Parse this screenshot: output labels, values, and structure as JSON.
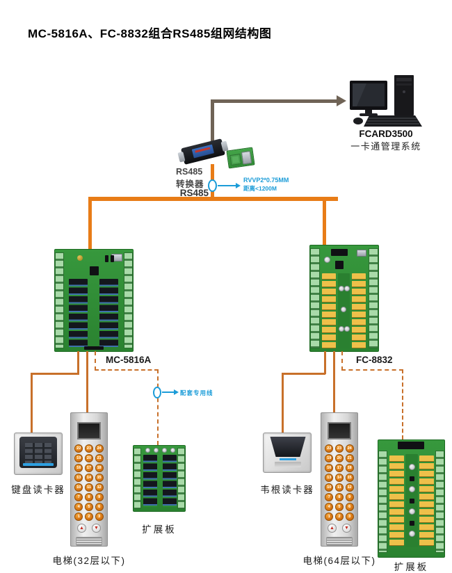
{
  "title": "MC-5816A、FC-8832组合RS485组网结构图",
  "computer": {
    "name": "FCARD3500",
    "system": "一卡通管理系统"
  },
  "converter": {
    "label_line1": "RS485",
    "label_line2": "转换器"
  },
  "bus": {
    "label": "RS485",
    "cable_spec": "RVVP2*0.75MM",
    "cable_distance": "距离<1200M"
  },
  "left": {
    "controller": "MC-5816A",
    "reader": "键盘读卡器",
    "elevator": "电梯(32层以下)",
    "expansion": "扩展板",
    "cable_note": "配套专用线",
    "elevator_buttons": [
      22,
      23,
      24,
      19,
      20,
      21,
      16,
      17,
      18,
      13,
      14,
      15,
      10,
      11,
      12,
      7,
      8,
      9,
      4,
      5,
      6,
      1,
      2,
      3
    ],
    "up_glyph": "▲",
    "down_glyph": "▼"
  },
  "right": {
    "controller": "FC-8832",
    "reader": "韦根读卡器",
    "elevator": "电梯(64层以下)",
    "expansion": "扩展板",
    "elevator_buttons": [
      22,
      23,
      24,
      19,
      20,
      21,
      16,
      17,
      18,
      13,
      14,
      15,
      10,
      11,
      12,
      7,
      8,
      9,
      4,
      5,
      6,
      1,
      2,
      3
    ],
    "up_glyph": "▲",
    "down_glyph": "▼"
  },
  "colors": {
    "bus_orange": "#E87C17",
    "branch_orange": "#C8702A",
    "annotation_blue": "#1B9CD8",
    "arrow_gray": "#6F6356",
    "pcb_green": "#2F8F35",
    "relay_black": "#14171D",
    "relay_yellow": "#EEC04A"
  }
}
